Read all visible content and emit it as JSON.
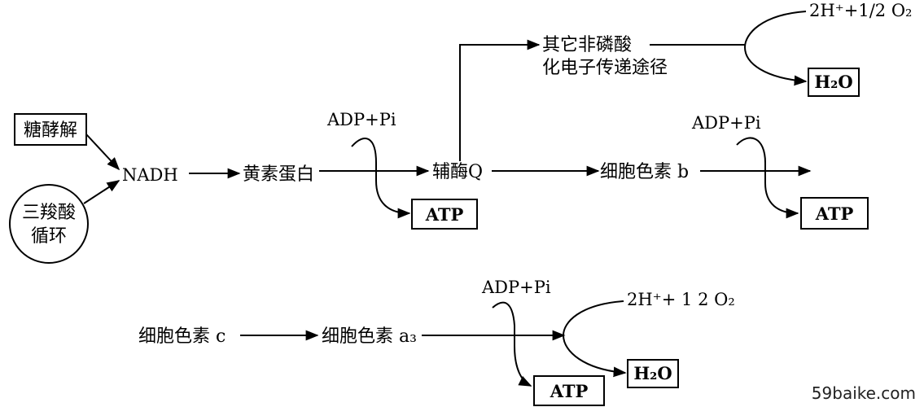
{
  "nodes": {
    "glycolysis": "糖酵解",
    "tca_line1": "三羧酸",
    "tca_line2": "循环",
    "nadh": "NADH",
    "flavoprotein": "黄素蛋白",
    "coq": "辅酶Q",
    "cyt_b": "细胞色素 b",
    "cyt_c": "细胞色素 c",
    "cyt_a3": "细胞色素 a₃",
    "alt_line1": "其它非磷酸",
    "alt_line2": "化电子传递途径"
  },
  "reactions": {
    "adp_pi_1": "ADP+Pi",
    "adp_pi_2": "ADP+Pi",
    "adp_pi_3": "ADP+Pi",
    "atp_1": "ATP",
    "atp_2": "ATP",
    "atp_3": "ATP",
    "o2_top": "2H⁺+1/2 O₂",
    "o2_bottom": "2H⁺+ 1 2 O₂",
    "h2o_top": "H₂O",
    "h2o_bottom": "H₂O"
  },
  "watermark": "59baike.com"
}
